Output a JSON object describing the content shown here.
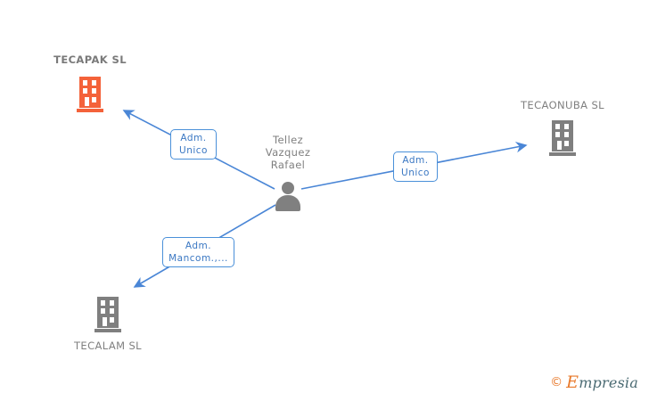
{
  "diagram": {
    "title": "Empresia relationship graph",
    "background": "#ffffff",
    "edge_color": "#4a86d6",
    "label_border_color": "#4a90d9",
    "label_text_color": "#3b78c3"
  },
  "center": {
    "name": "center-person",
    "label_line1": "Tellez",
    "label_line2": "Vazquez",
    "label_line3": "Rafael",
    "icon": "person-icon",
    "icon_color": "#808080"
  },
  "nodes": [
    {
      "id": "tecapak",
      "label": "TECAPAK SL",
      "icon": "building-icon",
      "icon_color": "#f4623a",
      "label_position": "above"
    },
    {
      "id": "tecaonuba",
      "label": "TECAONUBA SL",
      "icon": "building-icon",
      "icon_color": "#7f7f7f",
      "label_position": "above"
    },
    {
      "id": "tecalam",
      "label": "TECALAM SL",
      "icon": "building-icon",
      "icon_color": "#7f7f7f",
      "label_position": "below"
    }
  ],
  "edges": [
    {
      "id": "edge-tecapak",
      "from": "center-person",
      "to": "tecapak",
      "label_line1": "Adm.",
      "label_line2": "Unico"
    },
    {
      "id": "edge-tecaonuba",
      "from": "center-person",
      "to": "tecaonuba",
      "label_line1": "Adm.",
      "label_line2": "Unico"
    },
    {
      "id": "edge-tecalam",
      "from": "center-person",
      "to": "tecalam",
      "label_line1": "Adm.",
      "label_line2": "Mancom.,..."
    }
  ],
  "watermark": {
    "copyright": "©",
    "brand_initial": "E",
    "brand_rest": "mpresia"
  }
}
